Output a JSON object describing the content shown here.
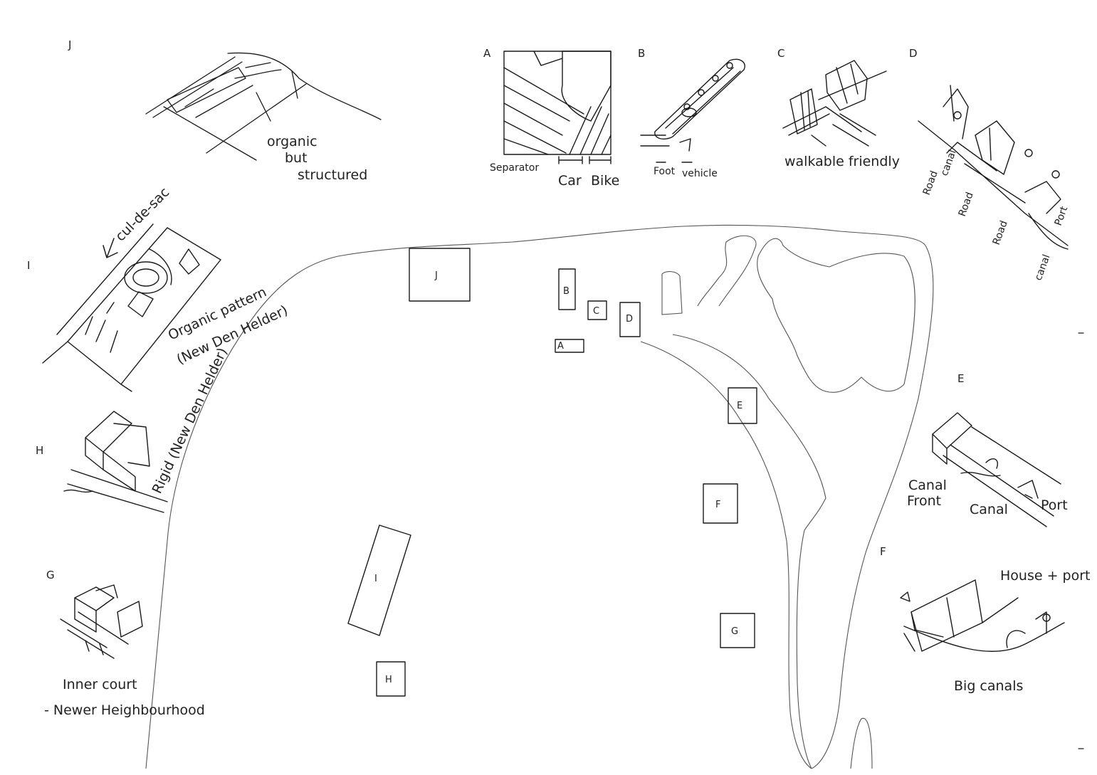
{
  "sketches": {
    "J": {
      "letter": "J",
      "caption": [
        "organic",
        "but",
        "structured"
      ]
    },
    "A": {
      "letter": "A",
      "labels": [
        "Car",
        "Bike"
      ],
      "corner_note": "Separator"
    },
    "B": {
      "letter": "B",
      "labels": [
        "Foot",
        "vehicle"
      ]
    },
    "C": {
      "letter": "C",
      "caption": "walkable friendly"
    },
    "D": {
      "letter": "D",
      "labels": [
        "Road",
        "canal",
        "Road",
        "Road",
        "canal",
        "Port"
      ]
    },
    "I": {
      "letter": "I",
      "top_note": "cul-de-sac",
      "caption": [
        "Organic pattern",
        "(New Den Helder)"
      ]
    },
    "H": {
      "letter": "H",
      "caption": "Rigid (New Den Helder)"
    },
    "E": {
      "letter": "E",
      "caption": [
        "Canal",
        "Front"
      ],
      "labels": [
        "Canal",
        "Port"
      ]
    },
    "G": {
      "letter": "G",
      "caption": [
        "Inner court",
        "- Newer Heighbourhood"
      ]
    },
    "F": {
      "letter": "F",
      "top_note": "House + port",
      "caption": "Big canals"
    }
  },
  "map_boxes": {
    "J": "J",
    "B": "B",
    "C": "C",
    "D": "D",
    "A": "A",
    "E": "E",
    "F": "F",
    "I": "I",
    "G": "G",
    "H": "H"
  }
}
